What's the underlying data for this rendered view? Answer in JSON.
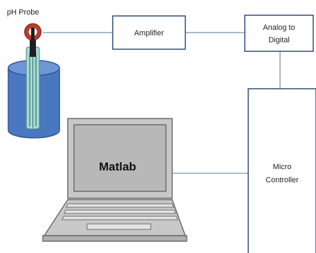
{
  "probe": {
    "label": "pH Probe"
  },
  "blocks": {
    "amplifier": {
      "label": "Amplifier"
    },
    "adc": {
      "line1": "Analog to",
      "line2": "Digital"
    },
    "microcontroller": {
      "line1": "Micro",
      "line2": "Controller"
    }
  },
  "laptop": {
    "screen_label": "Matlab"
  },
  "colors": {
    "box_stroke": "#2e4a78",
    "wire": "#8fa3bf",
    "beaker_fill": "#4a78c0",
    "beaker_top": "#6f97d6",
    "beaker_stroke": "#2f5597",
    "probe_cap": "#c0392b",
    "laptop_body": "#c8c8c8",
    "laptop_stroke": "#6b6b6b"
  }
}
